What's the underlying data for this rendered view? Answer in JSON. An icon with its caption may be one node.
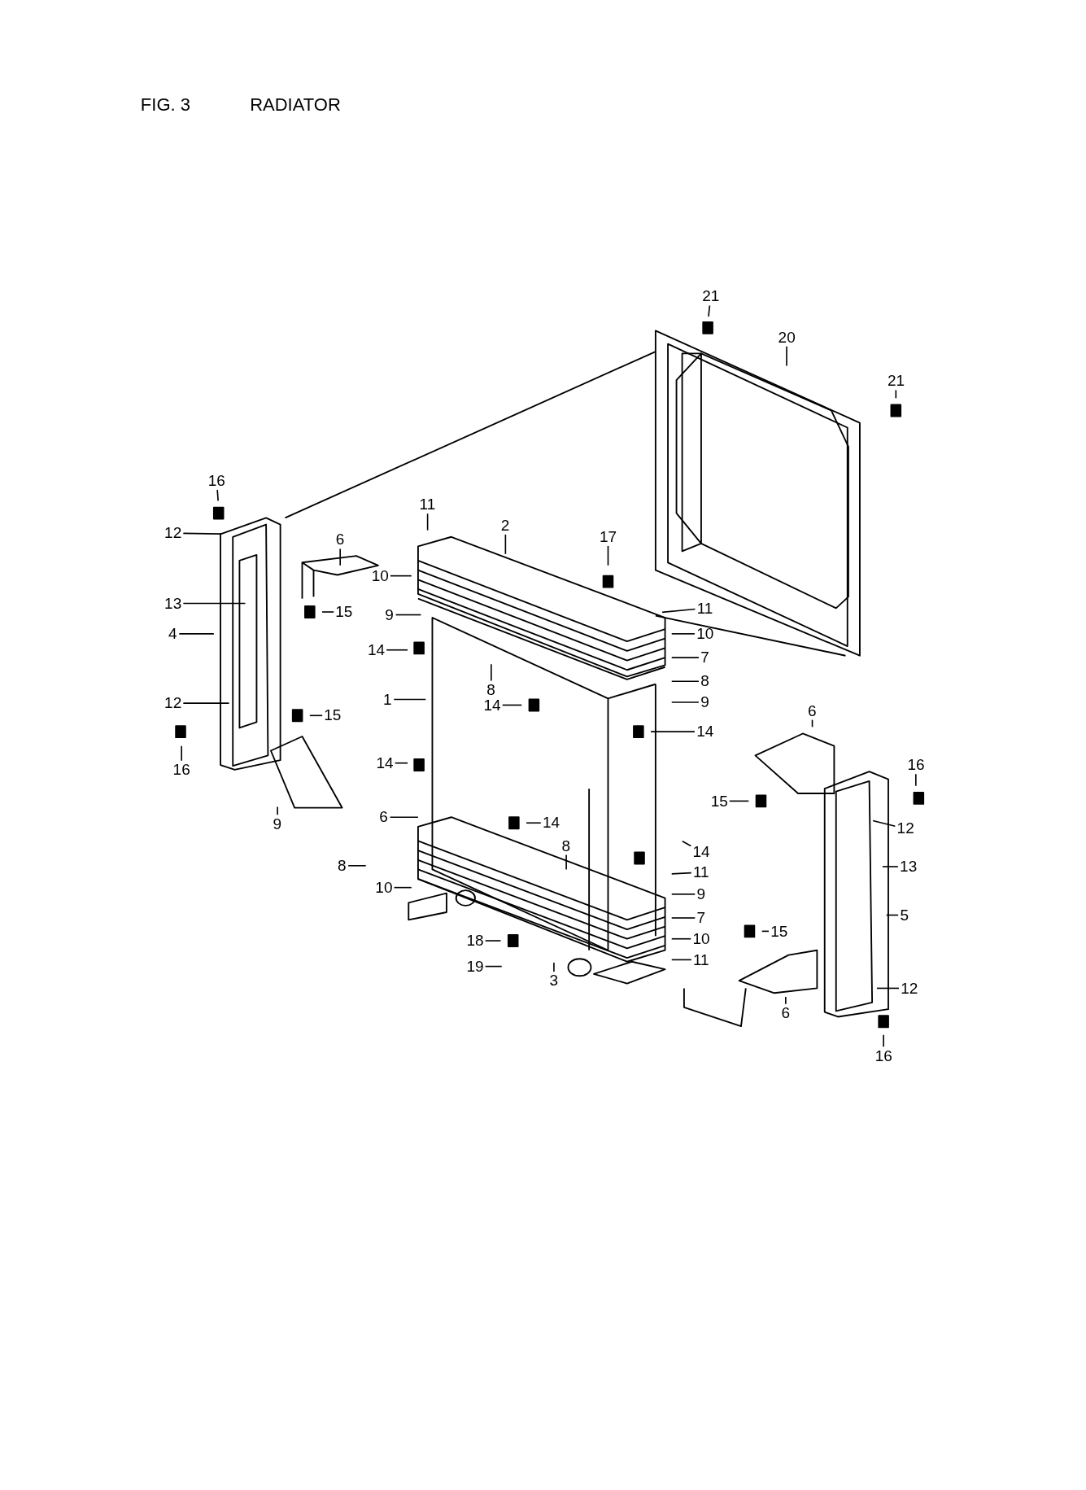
{
  "diagram": {
    "title": "RADIATOR",
    "labels": [
      "FIG. 3"
    ],
    "nodes": [
      {
        "text": [
          "21"
        ]
      },
      {
        "text": [
          "20"
        ]
      },
      {
        "text": [
          "21"
        ]
      },
      {
        "text": [
          "16"
        ]
      },
      {
        "text": [
          "11"
        ]
      },
      {
        "text": [
          "2"
        ]
      },
      {
        "text": [
          "12"
        ]
      },
      {
        "text": [
          "6"
        ]
      },
      {
        "text": [
          "17"
        ]
      },
      {
        "text": [
          "10"
        ]
      },
      {
        "text": [
          "13"
        ]
      },
      {
        "text": [
          "15"
        ]
      },
      {
        "text": [
          "11"
        ]
      },
      {
        "text": [
          "4"
        ]
      },
      {
        "text": [
          "10"
        ]
      },
      {
        "text": [
          "9"
        ]
      },
      {
        "text": [
          "14"
        ]
      },
      {
        "text": [
          "7"
        ]
      },
      {
        "text": [
          "8"
        ]
      },
      {
        "text": [
          "8"
        ]
      },
      {
        "text": [
          "1"
        ]
      },
      {
        "text": [
          "9"
        ]
      },
      {
        "text": [
          "14"
        ]
      },
      {
        "text": [
          "12"
        ]
      },
      {
        "text": [
          "15"
        ]
      },
      {
        "text": [
          "6"
        ]
      },
      {
        "text": [
          "14"
        ]
      },
      {
        "text": [
          "16"
        ]
      },
      {
        "text": [
          "14"
        ]
      },
      {
        "text": [
          "16"
        ]
      },
      {
        "text": [
          "15"
        ]
      },
      {
        "text": [
          "9"
        ]
      },
      {
        "text": [
          "14"
        ]
      },
      {
        "text": [
          "6"
        ]
      },
      {
        "text": [
          "12"
        ]
      },
      {
        "text": [
          "14"
        ]
      },
      {
        "text": [
          "8"
        ]
      },
      {
        "text": [
          "11"
        ]
      },
      {
        "text": [
          "8"
        ]
      },
      {
        "text": [
          "13"
        ]
      },
      {
        "text": [
          "10"
        ]
      },
      {
        "text": [
          "9"
        ]
      },
      {
        "text": [
          "5"
        ]
      },
      {
        "text": [
          "7"
        ]
      },
      {
        "text": [
          "15"
        ]
      },
      {
        "text": [
          "18"
        ]
      },
      {
        "text": [
          "10"
        ]
      },
      {
        "text": [
          "19"
        ]
      },
      {
        "text": [
          "11"
        ]
      },
      {
        "text": [
          "3"
        ]
      },
      {
        "text": [
          "12"
        ]
      },
      {
        "text": [
          "6"
        ]
      },
      {
        "text": [
          "16"
        ]
      }
    ],
    "edges": [
      {
        "from": 0,
        "to": null,
        "arrow": "none"
      },
      {
        "from": 1,
        "to": null,
        "arrow": "none"
      },
      {
        "from": 2,
        "to": null,
        "arrow": "none"
      },
      {
        "from": 3,
        "to": null,
        "arrow": "none"
      },
      {
        "from": 4,
        "to": null,
        "arrow": "none"
      },
      {
        "from": 5,
        "to": null,
        "arrow": "none"
      },
      {
        "from": 6,
        "to": null,
        "arrow": "none"
      },
      {
        "from": 7,
        "to": null,
        "arrow": "none"
      },
      {
        "from": 8,
        "to": null,
        "arrow": "none"
      },
      {
        "from": 9,
        "to": null,
        "arrow": "none"
      },
      {
        "from": 10,
        "to": null,
        "arrow": "none"
      },
      {
        "from": 11,
        "to": null,
        "arrow": "none"
      },
      {
        "from": 12,
        "to": null,
        "arrow": "none"
      },
      {
        "from": 13,
        "to": null,
        "arrow": "none"
      },
      {
        "from": 14,
        "to": null,
        "arrow": "none"
      },
      {
        "from": 15,
        "to": null,
        "arrow": "none"
      },
      {
        "from": 16,
        "to": null,
        "arrow": "none"
      },
      {
        "from": 17,
        "to": null,
        "arrow": "none"
      },
      {
        "from": 18,
        "to": null,
        "arrow": "none"
      },
      {
        "from": 19,
        "to": null,
        "arrow": "none"
      },
      {
        "from": 20,
        "to": null,
        "arrow": "none"
      },
      {
        "from": 21,
        "to": null,
        "arrow": "none"
      },
      {
        "from": 22,
        "to": null,
        "arrow": "none"
      },
      {
        "from": 23,
        "to": null,
        "arrow": "none"
      },
      {
        "from": 24,
        "to": null,
        "arrow": "none"
      },
      {
        "from": 25,
        "to": null,
        "arrow": "none"
      },
      {
        "from": 26,
        "to": null,
        "arrow": "none"
      },
      {
        "from": 27,
        "to": null,
        "arrow": "none"
      },
      {
        "from": 28,
        "to": null,
        "arrow": "none"
      },
      {
        "from": 29,
        "to": null,
        "arrow": "none"
      },
      {
        "from": 30,
        "to": null,
        "arrow": "none"
      },
      {
        "from": 31,
        "to": null,
        "arrow": "none"
      },
      {
        "from": 32,
        "to": null,
        "arrow": "none"
      },
      {
        "from": 33,
        "to": null,
        "arrow": "none"
      },
      {
        "from": 34,
        "to": null,
        "arrow": "none"
      },
      {
        "from": 35,
        "to": null,
        "arrow": "none"
      },
      {
        "from": 36,
        "to": null,
        "arrow": "none"
      },
      {
        "from": 37,
        "to": null,
        "arrow": "none"
      },
      {
        "from": 38,
        "to": null,
        "arrow": "none"
      },
      {
        "from": 39,
        "to": null,
        "arrow": "none"
      },
      {
        "from": 40,
        "to": null,
        "arrow": "none"
      },
      {
        "from": 41,
        "to": null,
        "arrow": "none"
      },
      {
        "from": 42,
        "to": null,
        "arrow": "none"
      },
      {
        "from": 43,
        "to": null,
        "arrow": "none"
      },
      {
        "from": 44,
        "to": null,
        "arrow": "none"
      },
      {
        "from": 45,
        "to": null,
        "arrow": "none"
      },
      {
        "from": 46,
        "to": null,
        "arrow": "none"
      },
      {
        "from": 47,
        "to": null,
        "arrow": "none"
      },
      {
        "from": 48,
        "to": null,
        "arrow": "none"
      },
      {
        "from": 49,
        "to": null,
        "arrow": "none"
      },
      {
        "from": 50,
        "to": null,
        "arrow": "none"
      },
      {
        "from": 51,
        "to": null,
        "arrow": "none"
      },
      {
        "from": 52,
        "to": null,
        "arrow": "none"
      }
    ]
  }
}
